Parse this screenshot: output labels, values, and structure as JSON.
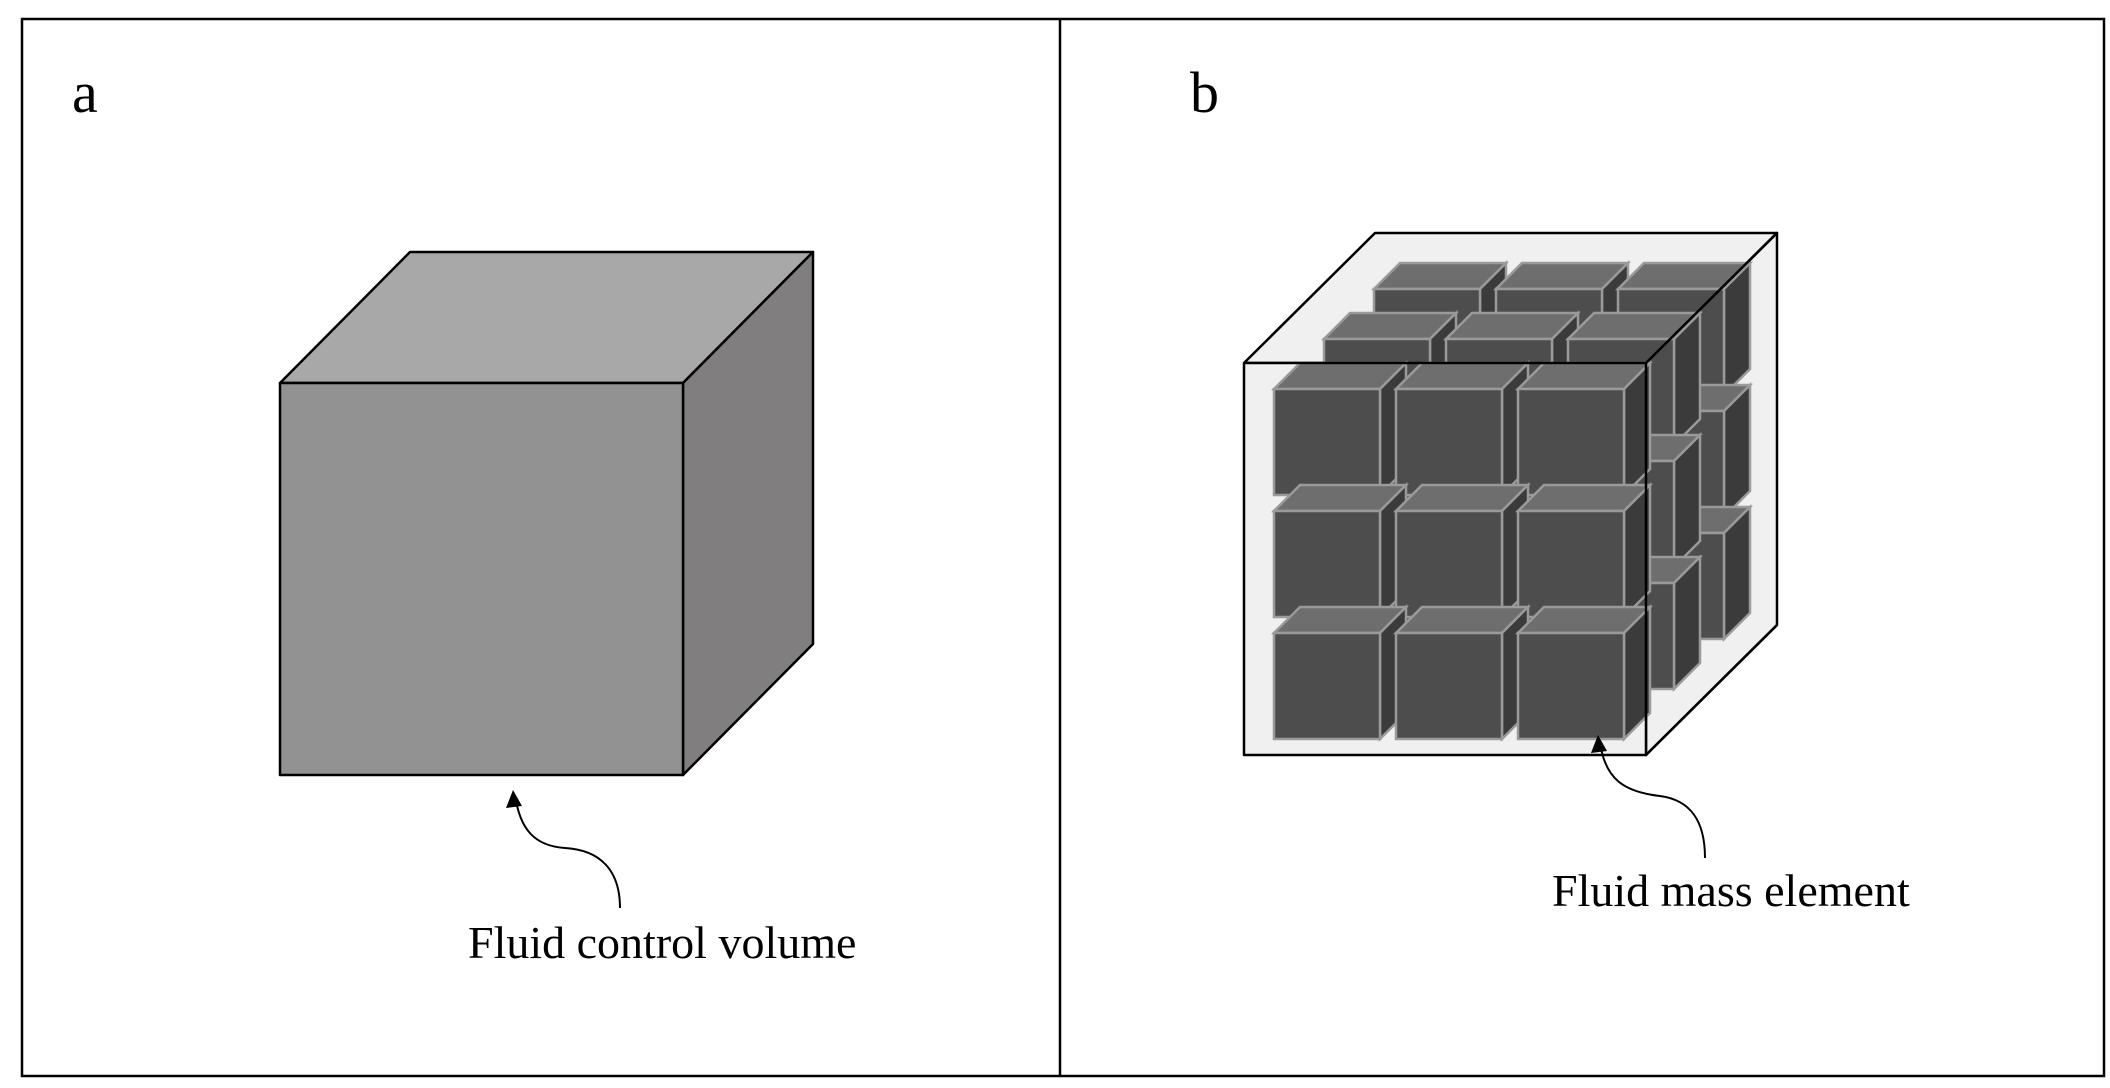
{
  "panels": [
    {
      "label": "a",
      "caption": "Fluid control volume"
    },
    {
      "label": "b",
      "caption": "Fluid mass element"
    }
  ],
  "colors": {
    "solid_top": "#a8a8a8",
    "solid_front": "#929292",
    "solid_side": "#807e7f",
    "container_fill": "#f0f0f0",
    "subcube_front": "#4d4d4d",
    "subcube_top": "#6e6e6e",
    "subcube_side": "#3b3b3b",
    "subcube_edge": "#9a9a9a"
  },
  "grid": {
    "rows": 3,
    "cols": 3,
    "layers": 3
  }
}
